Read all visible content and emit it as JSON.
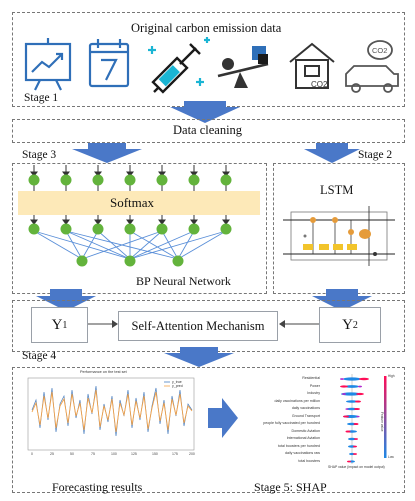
{
  "stage0": {
    "title": "Original carbon emission data",
    "stage_label": "Stage 1"
  },
  "cleaning": {
    "label": "Data cleaning"
  },
  "stage3": {
    "stage_label": "Stage 3",
    "softmax": "Softmax",
    "network_label": "BP Neural Network"
  },
  "stage2": {
    "stage_label": "Stage 2",
    "lstm": "LSTM"
  },
  "attention": {
    "y1_main": "Y",
    "y1_sub": "1",
    "y2_main": "Y",
    "y2_sub": "2",
    "label": "Self-Attention Mechanism",
    "stage_label": "Stage 4"
  },
  "forecast": {
    "caption": "Forecasting results",
    "plot_title": "Performance on the test set",
    "legend": [
      "y_true",
      "y_pred"
    ],
    "series_colors": [
      "#4a7fc0",
      "#f2a24a"
    ],
    "x_ticks": [
      "0",
      "25",
      "50",
      "75",
      "100",
      "125",
      "150",
      "175",
      "200"
    ]
  },
  "shap": {
    "caption": "Stage 5: SHAP",
    "features": [
      "Residential",
      "Power",
      "Industry",
      "daily vaccinations per million",
      "daily vaccinations",
      "Ground Transport",
      "people fully vaccinated per hundred",
      "Domestic Aviation",
      "International Aviation",
      "total boosters per hundred",
      "daily vaccinations raw",
      "total boosters"
    ],
    "axis_label": "SHAP value (impact on model output)",
    "colorbar_label": "Feature value",
    "colorbar_high": "High",
    "colorbar_low": "Low"
  },
  "colors": {
    "arrow": "#4a78c8",
    "softmax": "#fde9b8",
    "node": "#63b33c",
    "line": "#5a8fd8",
    "lstm_orange": "#e59b3a",
    "lstm_yellow": "#f2c42b"
  }
}
